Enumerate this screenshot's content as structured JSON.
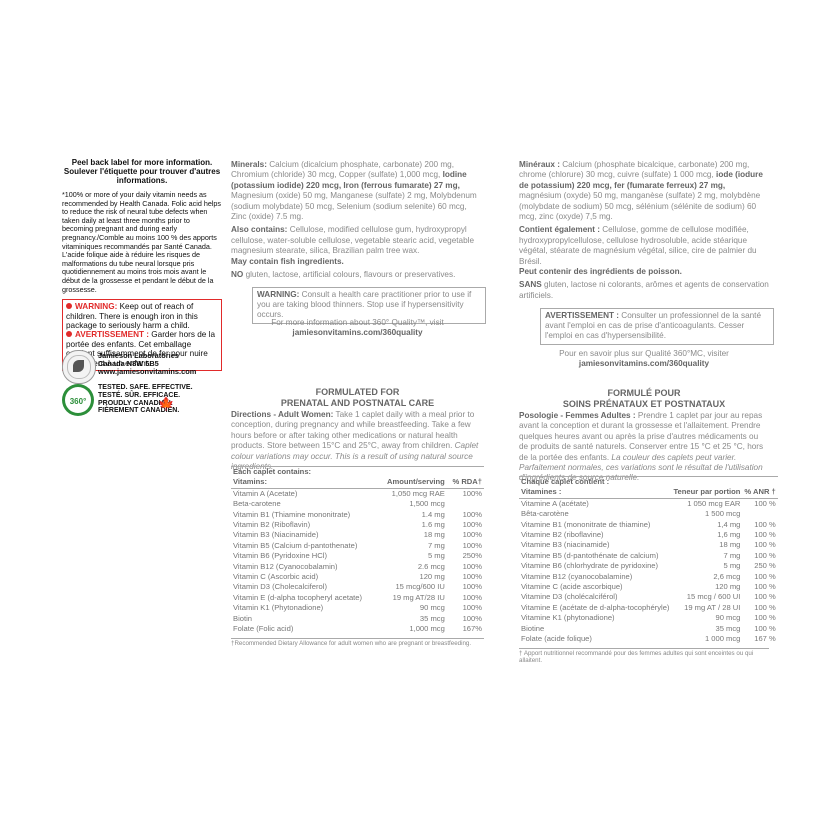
{
  "left": {
    "peel_en": "Peel back label for more information.",
    "peel_fr": "Soulever l'étiquette pour trouver d'autres informations.",
    "footnote": "*100% or more of your daily vitamin needs as recommended by Health Canada. Folic acid helps to reduce the risk of neural tube defects when taken daily at least three months prior to becoming pregnant and during early pregnancy./Comble au moins 100 % des apports vitaminiques recommandés par Santé Canada. L'acide folique aide à réduire les risques de malformations du tube neural lorsque pris quotidiennement au moins trois mois avant le début de la grossesse et pendant le début de la grossesse.",
    "warning_label": "WARNING:",
    "warning_text": "Keep out of reach of children. There is enough iron in this package to seriously harm a child.",
    "avert_label": "AVERTISSEMENT :",
    "avert_text": "Garder hors de la portée des enfants. Cet emballage contient suffisamment de fer pour nuire gravement à un enfant.",
    "company": "Jamieson Laboratories",
    "address": "Canada  N8W 5B5",
    "website": "www.jamiesonvitamins.com",
    "tested": [
      "TESTED. SAFE. EFFECTIVE.",
      "TESTÉ. SÛR. EFFICACE.",
      "PROUDLY CANADIAN.",
      "FIÈREMENT CANADIEN."
    ],
    "badge": "360°"
  },
  "en": {
    "minerals_label": "Minerals:",
    "minerals_text": "Calcium (dicalcium phosphate, carbonate) 200 mg, Chromium (chloride) 30 mcg, Copper (sulfate) 1,000 mcg,",
    "minerals_bold": "Iodine (potassium iodide) 220 mcg, Iron (ferrous fumarate) 27 mg,",
    "minerals_text2": "Magnesium (oxide) 50 mg, Manganese (sulfate) 2 mg, Molybdenum (sodium molybdate) 50 mcg, Selenium (sodium selenite) 60 mcg, Zinc (oxide) 7.5 mg.",
    "also_label": "Also contains:",
    "also_text": "Cellulose, modified cellulose gum, hydroxypropyl cellulose, water-soluble cellulose, vegetable stearic acid, vegetable magnesium stearate, silica, Brazilian palm tree wax.",
    "fish": "May contain fish ingredients.",
    "no_label": "NO",
    "no_text": "gluten, lactose, artificial colours, flavours or preservatives.",
    "warn_label": "WARNING:",
    "warn_text": "Consult a health care practitioner prior to use if you are taking blood thinners. Stop use if hypersensitivity occurs.",
    "more_info": "For more information about 360° Quality™, visit",
    "more_url": "jamiesonvitamins.com/360quality",
    "formulated_1": "FORMULATED FOR",
    "formulated_2": "PRENATAL AND POSTNATAL CARE",
    "dir_label": "Directions - Adult Women:",
    "dir_text": "Take 1 caplet daily with a meal prior to conception, during pregnancy and while breastfeeding. Take a few hours before or after taking other medications or natural health products. Store between 15°C and 25°C, away from children.",
    "dir_italic": "Caplet colour variations may occur. This is a result of using natural source ingredients.",
    "each": "Each caplet contains:",
    "col_vit": "Vitamins:",
    "col_amt": "Amount/serving",
    "col_rda": "% RDA†",
    "rows": [
      {
        "name": "Vitamin A (Acetate)",
        "amt": "1,050 mcg RAE",
        "rda": "100%"
      },
      {
        "name": "Beta-carotene",
        "amt": "1,500 mcg",
        "rda": ""
      },
      {
        "name": "Vitamin B1 (Thiamine mononitrate)",
        "amt": "1.4 mg",
        "rda": "100%"
      },
      {
        "name": "Vitamin B2 (Riboflavin)",
        "amt": "1.6 mg",
        "rda": "100%"
      },
      {
        "name": "Vitamin B3 (Niacinamide)",
        "amt": "18 mg",
        "rda": "100%"
      },
      {
        "name": "Vitamin B5 (Calcium d-pantothenate)",
        "amt": "7 mg",
        "rda": "100%"
      },
      {
        "name": "Vitamin B6 (Pyridoxine HCl)",
        "amt": "5 mg",
        "rda": "250%"
      },
      {
        "name": "Vitamin B12 (Cyanocobalamin)",
        "amt": "2.6 mcg",
        "rda": "100%"
      },
      {
        "name": "Vitamin C (Ascorbic acid)",
        "amt": "120 mg",
        "rda": "100%"
      },
      {
        "name": "Vitamin D3 (Cholecalciferol)",
        "amt": "15 mcg/600 IU",
        "rda": "100%"
      },
      {
        "name": "Vitamin E (d-alpha tocopheryl acetate)",
        "amt": "19 mg AT/28 IU",
        "rda": "100%"
      },
      {
        "name": "Vitamin K1 (Phytonadione)",
        "amt": "90 mcg",
        "rda": "100%"
      },
      {
        "name": "Biotin",
        "amt": "35 mcg",
        "rda": "100%"
      },
      {
        "name": "Folate (Folic acid)",
        "amt": "1,000 mcg",
        "rda": "167%"
      }
    ],
    "table_note": "†Recommended Dietary Allowance for adult women who are pregnant or breastfeeding."
  },
  "fr": {
    "minerals_label": "Minéraux :",
    "minerals_text": "Calcium (phosphate bicalcique, carbonate) 200 mg, chrome (chlorure) 30 mcg, cuivre (sulfate) 1 000 mcg,",
    "minerals_bold": "iode (iodure de potassium) 220 mcg, fer (fumarate ferreux) 27 mg,",
    "minerals_text2": "magnésium (oxyde) 50 mg, manganèse (sulfate) 2 mg, molybdène (molybdate de sodium) 50 mcg, sélénium (sélénite de sodium) 60 mcg, zinc (oxyde) 7,5 mg.",
    "also_label": "Contient également :",
    "also_text": "Cellulose, gomme de cellulose modifiée, hydroxypropylcellulose, cellulose hydrosoluble, acide stéarique végétal, stéarate de magnésium végétal, silice, cire de palmier du Brésil.",
    "fish": "Peut contenir des ingrédients de poisson.",
    "no_label": "SANS",
    "no_text": "gluten, lactose ni colorants, arômes et agents de conservation artificiels.",
    "warn_label": "AVERTISSEMENT :",
    "warn_text": "Consulter un professionnel de la santé avant l'emploi en cas de prise d'anticoagulants. Cesser l'emploi en cas d'hypersensibilité.",
    "more_info": "Pour en savoir plus sur Qualité 360°MC, visiter",
    "more_url": "jamiesonvitamins.com/360quality",
    "formulated_1": "FORMULÉ POUR",
    "formulated_2": "SOINS PRÉNATAUX ET POSTNATAUX",
    "dir_label": "Posologie - Femmes Adultes :",
    "dir_text": "Prendre 1 caplet par jour au repas avant la conception et durant la grossesse et l'allaitement. Prendre quelques heures avant ou après la prise d'autres médicaments ou de produits de santé naturels. Conserver entre 15 °C et 25 °C, hors de la portée des enfants.",
    "dir_italic": "La couleur des caplets peut varier. Parfaitement normales, ces variations sont le résultat de l'utilisation d'ingrédients de source naturelle.",
    "each": "Chaque caplet contient :",
    "col_vit": "Vitamines :",
    "col_amt": "Teneur par portion",
    "col_rda": "% ANR †",
    "rows": [
      {
        "name": "Vitamine A (acétate)",
        "amt": "1 050 mcg EAR",
        "rda": "100 %"
      },
      {
        "name": "Bêta-carotène",
        "amt": "1 500 mcg",
        "rda": ""
      },
      {
        "name": "Vitamine B1 (mononitrate de thiamine)",
        "amt": "1,4 mg",
        "rda": "100 %"
      },
      {
        "name": "Vitamine B2 (riboflavine)",
        "amt": "1,6 mg",
        "rda": "100 %"
      },
      {
        "name": "Vitamine B3 (niacinamide)",
        "amt": "18 mg",
        "rda": "100 %"
      },
      {
        "name": "Vitamine B5 (d-pantothénate de calcium)",
        "amt": "7 mg",
        "rda": "100 %"
      },
      {
        "name": "Vitamine B6 (chlorhydrate de pyridoxine)",
        "amt": "5 mg",
        "rda": "250 %"
      },
      {
        "name": "Vitamine B12 (cyanocobalamine)",
        "amt": "2,6 mcg",
        "rda": "100 %"
      },
      {
        "name": "Vitamine C (acide ascorbique)",
        "amt": "120 mg",
        "rda": "100 %"
      },
      {
        "name": "Vitamine D3 (cholécalciférol)",
        "amt": "15 mcg / 600 UI",
        "rda": "100 %"
      },
      {
        "name": "Vitamine E (acétate de d-alpha-tocophéryle)",
        "amt": "19 mg AT / 28 UI",
        "rda": "100 %"
      },
      {
        "name": "Vitamine K1 (phytonadione)",
        "amt": "90 mcg",
        "rda": "100 %"
      },
      {
        "name": "Biotine",
        "amt": "35 mcg",
        "rda": "100 %"
      },
      {
        "name": "Folate (acide folique)",
        "amt": "1 000 mcg",
        "rda": "167 %"
      }
    ],
    "table_note": "† Apport nutritionnel recommandé pour des femmes adultes qui sont enceintes ou qui allaitent."
  }
}
